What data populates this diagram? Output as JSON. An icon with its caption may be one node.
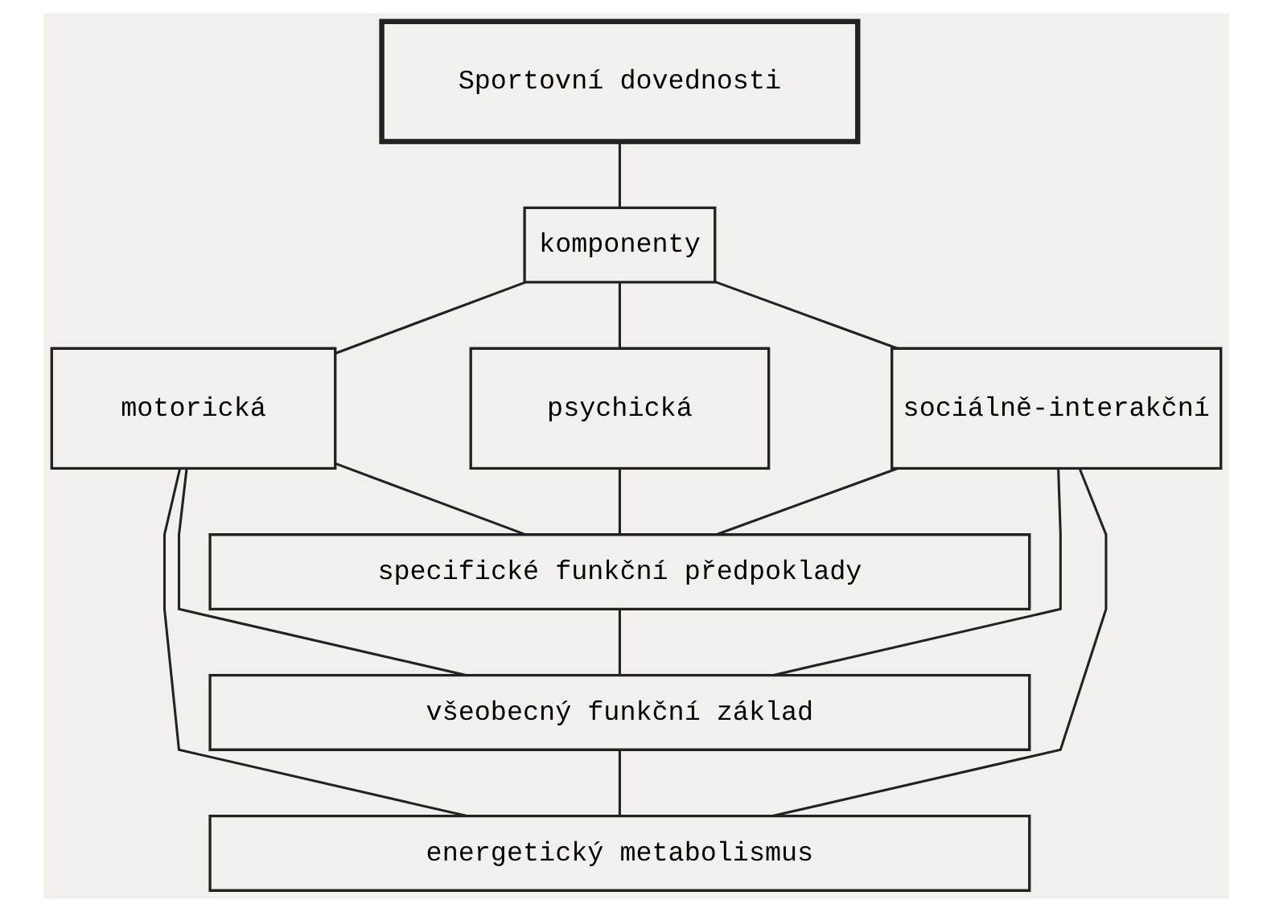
{
  "diagram": {
    "nodes": [
      {
        "text": [
          "Sportovní dovednosti"
        ]
      },
      {
        "text": [
          "komponenty"
        ]
      },
      {
        "text": [
          "motorická"
        ]
      },
      {
        "text": [
          "psychická"
        ]
      },
      {
        "text": [
          "sociálně-interakční"
        ]
      },
      {
        "text": [
          "specifické funkční předpoklady"
        ]
      },
      {
        "text": [
          "všeobecný funkční základ"
        ]
      },
      {
        "text": [
          "energetický metabolismus"
        ]
      }
    ],
    "edges": [
      {
        "from": 0,
        "to": 1,
        "arrow": "none"
      },
      {
        "from": 1,
        "to": 2,
        "arrow": "none"
      },
      {
        "from": 1,
        "to": 3,
        "arrow": "none"
      },
      {
        "from": 1,
        "to": 4,
        "arrow": "none"
      },
      {
        "from": 2,
        "to": 5,
        "arrow": "none"
      },
      {
        "from": 2,
        "to": 6,
        "arrow": "none"
      },
      {
        "from": 2,
        "to": 7,
        "arrow": "none"
      },
      {
        "from": 3,
        "to": 5,
        "arrow": "none"
      },
      {
        "from": 4,
        "to": 5,
        "arrow": "none"
      },
      {
        "from": 4,
        "to": 6,
        "arrow": "none"
      },
      {
        "from": 4,
        "to": 7,
        "arrow": "none"
      },
      {
        "from": 5,
        "to": 6,
        "arrow": "none"
      },
      {
        "from": 6,
        "to": 7,
        "arrow": "none"
      }
    ]
  }
}
